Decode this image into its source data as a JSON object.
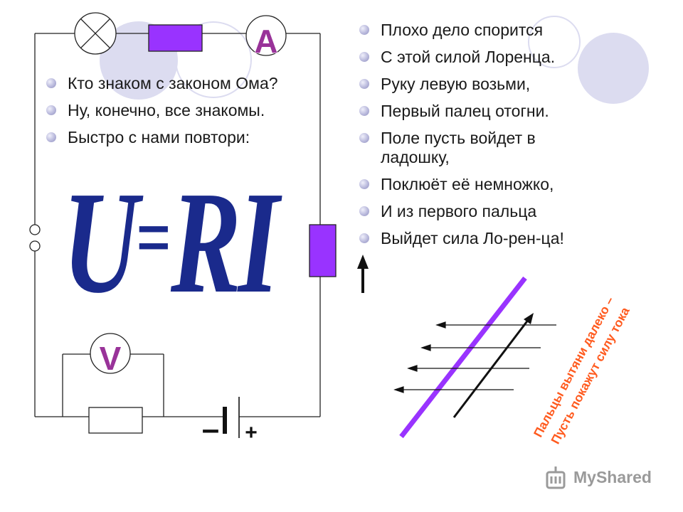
{
  "left_bullets": [
    "Кто знаком с законом Ома?",
    "Ну, конечно, все знакомы.",
    "Быстро с нами повтори:"
  ],
  "formula": {
    "u": "U",
    "eq": "=",
    "ri": "RI"
  },
  "right_bullets": [
    "Плохо дело спорится",
    "С этой силой Лоренца.",
    "Руку левую возьми,",
    "Первый палец отогни.",
    "Поле пусть войдет в ладошку,",
    "Поклюёт её немножко,",
    "И из первого пальца",
    "Выйдет сила Ло-рен-ца!"
  ],
  "meters": {
    "ammeter": "A",
    "voltmeter": "V"
  },
  "battery": {
    "minus": "–",
    "plus": "+"
  },
  "rotated_note": [
    "Пальцы вытяни далеко –",
    "Пусть покажут силу тока"
  ],
  "watermark": "MyShared",
  "colors": {
    "resistor": "#9933ff",
    "formula": "#1a2a8c",
    "note": "#ff5a1e",
    "conductor": "#9933ff",
    "meter_letter": "#993399"
  }
}
